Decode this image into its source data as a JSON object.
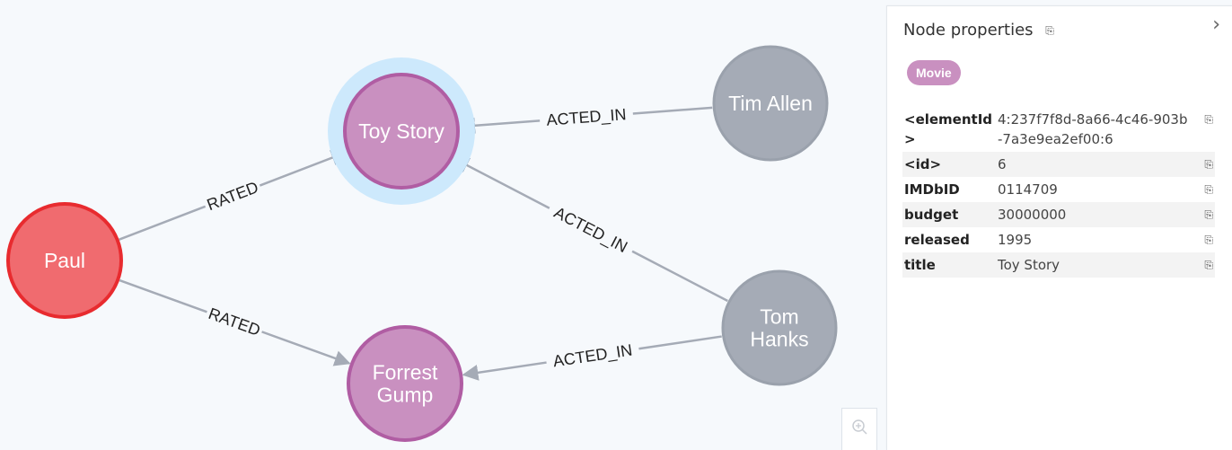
{
  "graph": {
    "nodes": [
      {
        "id": "paul",
        "label": "Paul",
        "lines": [
          "Paul"
        ],
        "type": "Person",
        "fill": "#f06b6f",
        "stroke": "#e82b2f",
        "selected": false
      },
      {
        "id": "toy-story",
        "label": "Toy Story",
        "lines": [
          "Toy Story"
        ],
        "type": "Movie",
        "fill": "#c990c0",
        "stroke": "#b05da3",
        "selected": true
      },
      {
        "id": "tim-allen",
        "label": "Tim Allen",
        "lines": [
          "Tim Allen"
        ],
        "type": "Person",
        "fill": "#a5abb6",
        "stroke": "#9aa1ac",
        "selected": false
      },
      {
        "id": "tom-hanks",
        "label": "Tom Hanks",
        "lines": [
          "Tom",
          "Hanks"
        ],
        "type": "Person",
        "fill": "#a5abb6",
        "stroke": "#9aa1ac",
        "selected": false
      },
      {
        "id": "forrest-gump",
        "label": "Forrest Gump",
        "lines": [
          "Forrest",
          "Gump"
        ],
        "type": "Movie",
        "fill": "#c990c0",
        "stroke": "#b05da3",
        "selected": false
      }
    ],
    "relationships": [
      {
        "from": "paul",
        "to": "toy-story",
        "type": "RATED"
      },
      {
        "from": "paul",
        "to": "forrest-gump",
        "type": "RATED"
      },
      {
        "from": "tim-allen",
        "to": "toy-story",
        "type": "ACTED_IN"
      },
      {
        "from": "tom-hanks",
        "to": "toy-story",
        "type": "ACTED_IN"
      },
      {
        "from": "tom-hanks",
        "to": "forrest-gump",
        "type": "ACTED_IN"
      }
    ],
    "edge_color": "#a5abb6",
    "halo_color": "#cde9fc"
  },
  "panel": {
    "title": "Node properties",
    "badge": "Movie",
    "badge_color": "#c990c0",
    "properties": [
      {
        "key": "<elementId>",
        "value": "4:237f7f8d-8a66-4c46-903b-7a3e9ea2ef00:6"
      },
      {
        "key": "<id>",
        "value": "6"
      },
      {
        "key": "IMDbID",
        "value": "0114709"
      },
      {
        "key": "budget",
        "value": "30000000"
      },
      {
        "key": "released",
        "value": "1995"
      },
      {
        "key": "title",
        "value": "Toy Story"
      }
    ]
  },
  "icons": {
    "copy": "copy-icon",
    "collapse": "chevron-right-icon",
    "zoom_in": "zoom-in-icon"
  }
}
